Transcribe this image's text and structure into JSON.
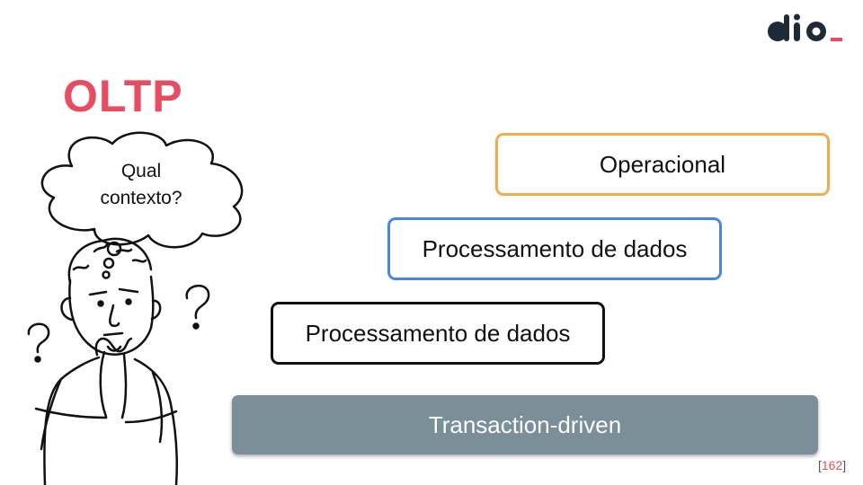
{
  "slide": {
    "title": "OLTP",
    "thought_line1": "Qual",
    "thought_line2": "contexto?",
    "layers": [
      {
        "label": "Operacional",
        "border_color": "#f0ad4e"
      },
      {
        "label": "Processamento de dados",
        "border_color": "#4a86e0"
      },
      {
        "label": "Processamento de dados",
        "border_color": "#111111"
      },
      {
        "label": "Transaction-driven",
        "fill_color": "#7b8f99"
      }
    ],
    "page_number": "162"
  },
  "logo": {
    "icon": "dio-logo-icon",
    "accent_color": "#e84c61"
  },
  "colors": {
    "title": "#e84c61",
    "text": "#111111"
  }
}
